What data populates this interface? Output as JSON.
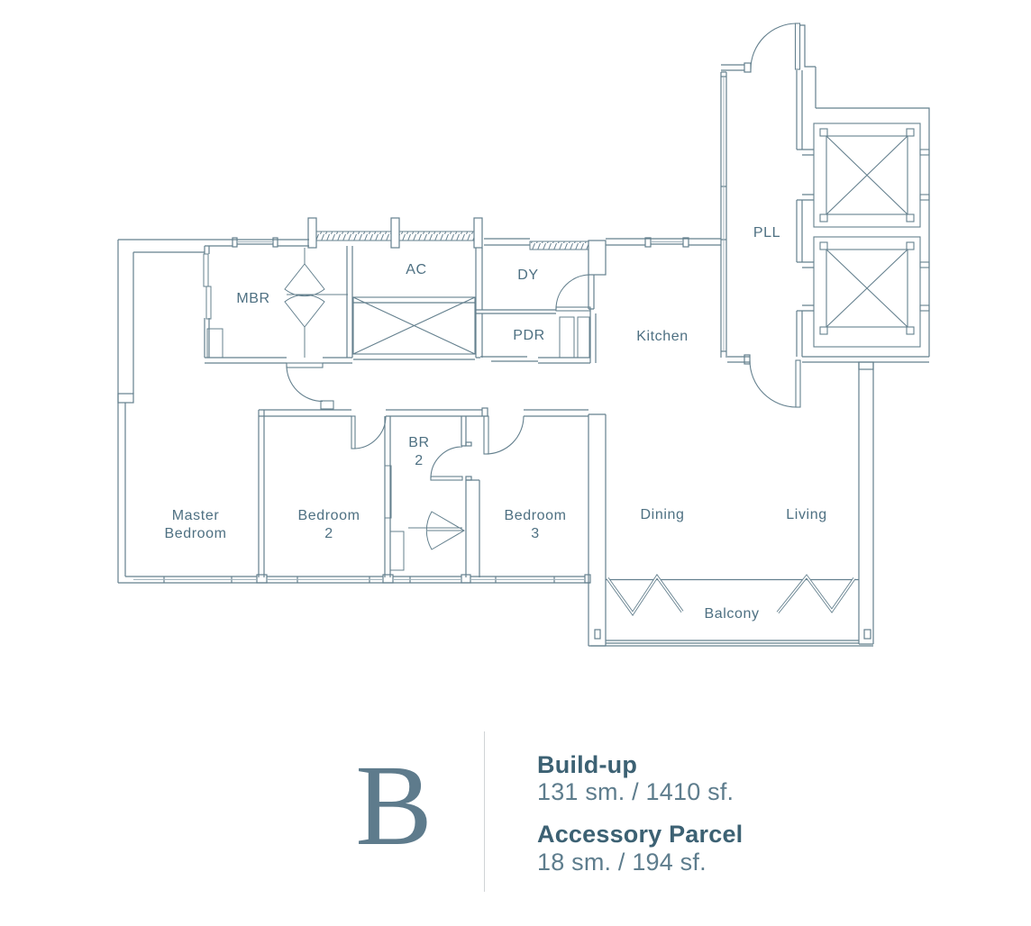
{
  "plan": {
    "rooms": {
      "mbr": {
        "label": "MBR"
      },
      "ac": {
        "label": "AC"
      },
      "dy": {
        "label": "DY"
      },
      "pdr": {
        "label": "PDR"
      },
      "kitchen": {
        "label": "Kitchen"
      },
      "pll": {
        "label": "PLL"
      },
      "master_bedroom": {
        "line1": "Master",
        "line2": "Bedroom"
      },
      "bedroom2": {
        "line1": "Bedroom",
        "line2": "2"
      },
      "br2": {
        "line1": "BR",
        "line2": "2"
      },
      "bedroom3": {
        "line1": "Bedroom",
        "line2": "3"
      },
      "dining": {
        "label": "Dining"
      },
      "living": {
        "label": "Living"
      },
      "balcony": {
        "label": "Balcony"
      }
    },
    "icons": {
      "elevator_shaft": "crossed-box elevator symbol",
      "door_swing": "quarter-arc door swing",
      "folding_door": "zigzag folding balcony door",
      "wall_hatch": "diagonal hatched structural wall"
    }
  },
  "legend": {
    "unit_letter": "B",
    "build_up_label": "Build-up",
    "build_up_value": "131 sm. / 1410 sf.",
    "accessory_label": "Accessory Parcel",
    "accessory_value": "18 sm. / 194 sf."
  },
  "colors": {
    "wall_line": "#64808e",
    "glazing_line": "#a3b4bd",
    "room_text": "#4e7082",
    "legend_bold": "#3c6173",
    "legend_value": "#5e7d8d",
    "unit_letter": "#5e7b8c"
  }
}
